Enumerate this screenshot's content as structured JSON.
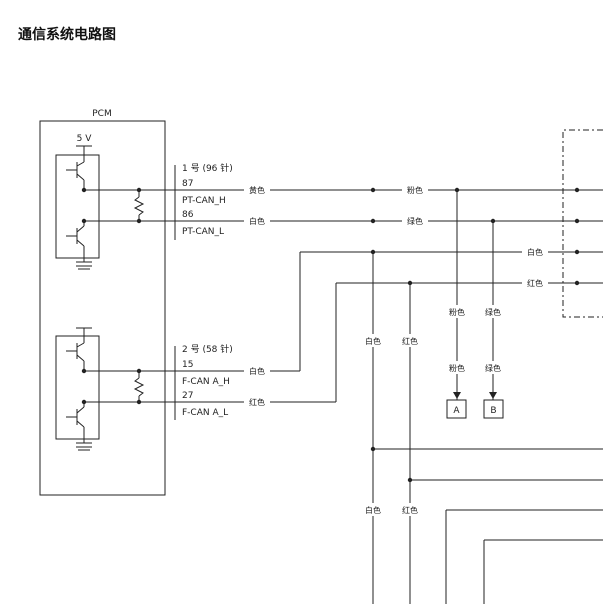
{
  "title": "通信系统电路图",
  "pcm": {
    "label": "PCM",
    "voltage": "5 V",
    "connector1": {
      "name": "1 号 (96 针)",
      "pin_h": "87",
      "signal_h": "PT-CAN_H",
      "pin_l": "86",
      "signal_l": "PT-CAN_L"
    },
    "connector2": {
      "name": "2 号 (58 针)",
      "pin_h": "15",
      "signal_h": "F-CAN A_H",
      "pin_l": "27",
      "signal_l": "F-CAN A_L"
    }
  },
  "wires": {
    "yellow": "黄色",
    "white": "白色",
    "pink": "粉色",
    "green": "绿色",
    "red": "红色"
  },
  "connectors": {
    "a": "A",
    "b": "B"
  }
}
